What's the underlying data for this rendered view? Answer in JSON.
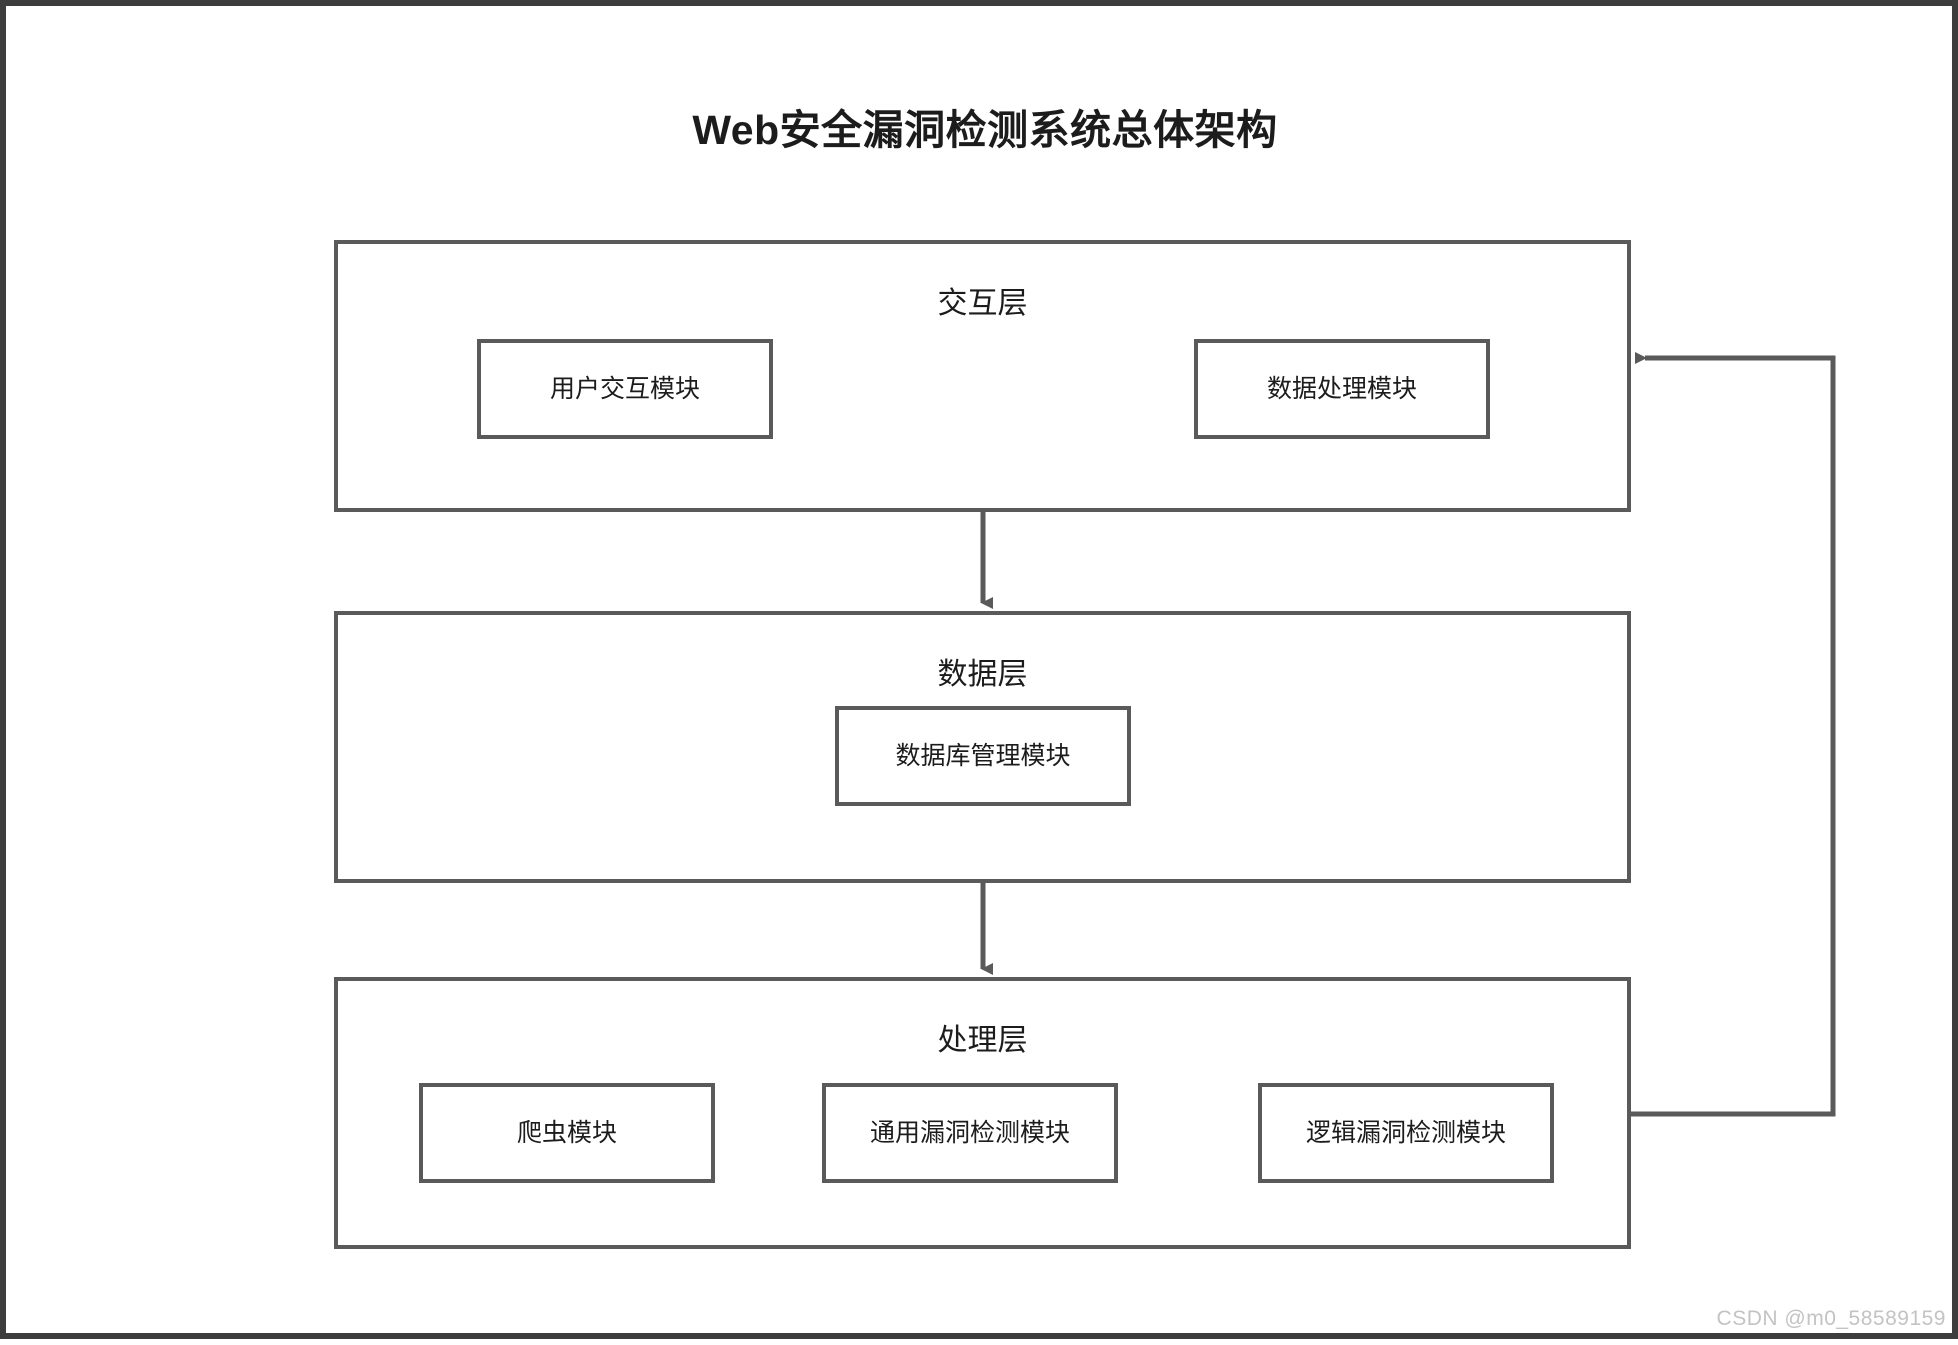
{
  "diagram": {
    "title": "Web安全漏洞检测系统总体架构",
    "type": "layered-architecture-diagram",
    "colors": {
      "frame": "#3d3d3d",
      "box_border": "#5a5a5a",
      "connector": "#5a5a5a",
      "text": "#1c1c1c",
      "background": "#ffffff",
      "watermark": "#c3c3c3"
    },
    "layers": [
      {
        "id": "interaction",
        "title": "交互层",
        "modules": [
          {
            "id": "user-interaction",
            "label": "用户交互模块"
          },
          {
            "id": "data-processing",
            "label": "数据处理模块"
          }
        ]
      },
      {
        "id": "data",
        "title": "数据层",
        "modules": [
          {
            "id": "database-management",
            "label": "数据库管理模块"
          }
        ]
      },
      {
        "id": "processing",
        "title": "处理层",
        "modules": [
          {
            "id": "crawler",
            "label": "爬虫模块"
          },
          {
            "id": "generic-vuln",
            "label": "通用漏洞检测模块"
          },
          {
            "id": "logic-vuln",
            "label": "逻辑漏洞检测模块"
          }
        ]
      }
    ],
    "connectors": [
      {
        "id": "interaction-to-data",
        "from": "interaction",
        "to": "data",
        "direction": "down",
        "arrow": true
      },
      {
        "id": "data-to-processing",
        "from": "data",
        "to": "processing",
        "direction": "down",
        "arrow": true
      },
      {
        "id": "processing-to-interaction-feedback",
        "from": "processing",
        "to": "interaction",
        "direction": "right-up-left",
        "arrow": true
      }
    ]
  },
  "watermark": {
    "text": "CSDN @m0_58589159"
  }
}
